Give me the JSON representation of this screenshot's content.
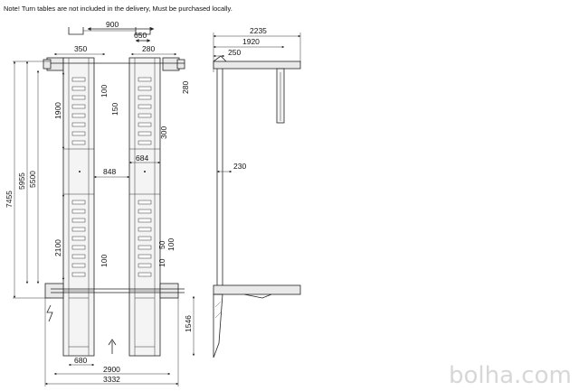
{
  "note": "Note! Turn tables are not included in the delivery, Must be purchased locally.",
  "top_dims": {
    "w900": "900",
    "w650": "650",
    "w350": "350",
    "w280": "280"
  },
  "left_dims": {
    "d7455": "7455",
    "d5955": "5955",
    "d5500": "5500",
    "d1900": "1900",
    "d2100": "2100"
  },
  "center_dims": {
    "d100a": "100",
    "d150": "150",
    "d280": "280",
    "d300": "300",
    "d848": "848",
    "d684": "684",
    "d50": "50",
    "d100b": "100",
    "d100c": "100",
    "d10": "10",
    "d1546": "1546"
  },
  "bottom_dims": {
    "d680": "680",
    "d2900": "2900",
    "d3332": "3332"
  },
  "side_dims": {
    "d2235": "2235",
    "d1920": "1920",
    "d250": "250",
    "d230": "230"
  },
  "watermark": "bolha.com"
}
